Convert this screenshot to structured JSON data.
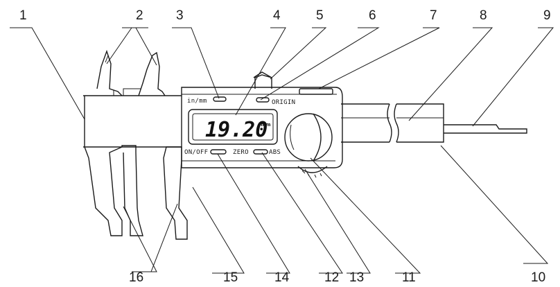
{
  "lcd": {
    "reading": "19.20",
    "unit": "mm"
  },
  "panel": {
    "in_mm": "in/mm",
    "origin": "ORIGIN",
    "on_off": "ON/OFF",
    "zero": "ZERO",
    "abs": "ABS"
  },
  "callouts": {
    "c1": "1",
    "c2": "2",
    "c3": "3",
    "c4": "4",
    "c5": "5",
    "c6": "6",
    "c7": "7",
    "c8": "8",
    "c9": "9",
    "c10": "10",
    "c11": "11",
    "c12": "12",
    "c13": "13",
    "c14": "14",
    "c15": "15",
    "c16": "16"
  }
}
